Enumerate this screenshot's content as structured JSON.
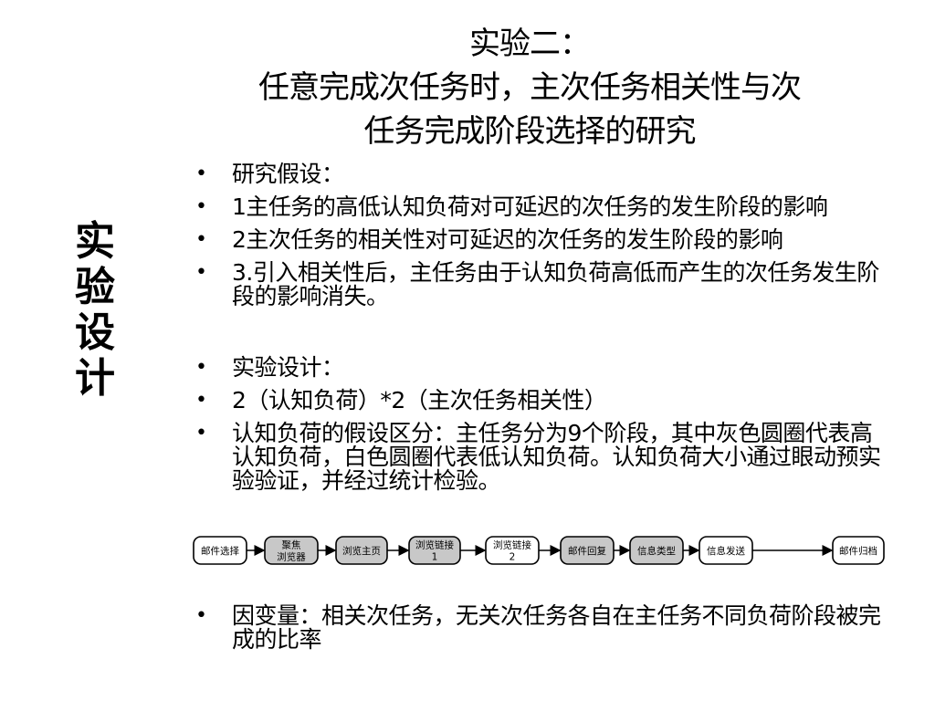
{
  "title": {
    "line1": "实验二：",
    "line2": "任意完成次任务时，主次任务相关性与次",
    "line3": "任务完成阶段选择的研究"
  },
  "side_title": [
    "实",
    "验",
    "设",
    "计"
  ],
  "bullets": [
    "研究假设：",
    "1主任务的高低认知负荷对可延迟的次任务的发生阶段的影响",
    "2主次任务的相关性对可延迟的次任务的发生阶段的影响",
    "3.引入相关性后，主任务由于认知负荷高低而产生的次任务发生阶段的影响消失。",
    "实验设计：",
    "2（认知负荷）*2（主次任务相关性）",
    "认知负荷的假设区分：主任务分为9个阶段，其中灰色圆圈代表高认知负荷，白色圆圈代表低认知负荷。认知负荷大小通过眼动预实验验证，并经过统计检验。",
    "因变量：相关次任务，无关次任务各自在主任务不同负荷阶段被完成的比率"
  ],
  "flow_nodes": [
    {
      "lines": [
        "邮件选择"
      ],
      "fill": "white"
    },
    {
      "lines": [
        "聚焦",
        "浏览器"
      ],
      "fill": "gray"
    },
    {
      "lines": [
        "浏览主页"
      ],
      "fill": "gray"
    },
    {
      "lines": [
        "浏览链接",
        "1"
      ],
      "fill": "gray"
    },
    {
      "lines": [
        "浏览链接",
        "2"
      ],
      "fill": "white"
    },
    {
      "lines": [
        "邮件回复"
      ],
      "fill": "gray"
    },
    {
      "lines": [
        "信息类型"
      ],
      "fill": "gray"
    },
    {
      "lines": [
        "信息发送"
      ],
      "fill": "white"
    },
    {
      "lines": [
        "邮件归档"
      ],
      "fill": "white"
    }
  ],
  "colors": {
    "gray_node": "#c8c8c8",
    "white_node": "#ffffff",
    "stroke": "#000000"
  }
}
